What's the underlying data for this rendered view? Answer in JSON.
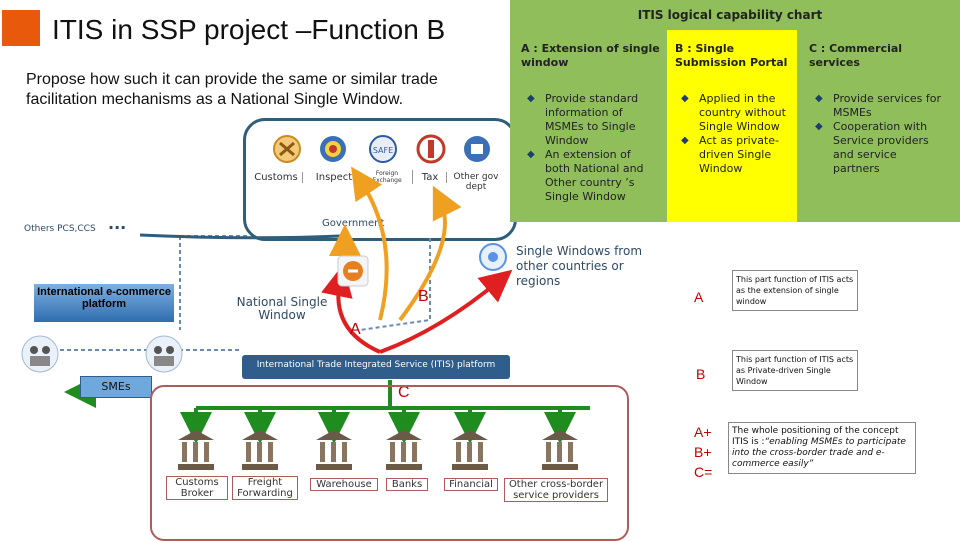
{
  "slide": {
    "title": "ITIS in SSP project –Function B",
    "subtitle": "Propose how such it can provide the same or similar trade facilitation mechanisms as a National Single Window."
  },
  "government_box": {
    "icons": [
      {
        "label": "Customs",
        "icon": "customs-emblem-icon",
        "color": "#e6a23c"
      },
      {
        "label": "Inspect",
        "icon": "inspection-emblem-icon",
        "color": "#3b6fb6"
      },
      {
        "label": "Foreign Exchange",
        "icon": "safe-logo-icon",
        "color": "#2e5aa8"
      },
      {
        "label": "Tax",
        "icon": "tax-emblem-icon",
        "color": "#c0392b"
      },
      {
        "label": "Other gov dept",
        "icon": "gov-dept-icon",
        "color": "#3b6fb6"
      }
    ],
    "caption": "Government"
  },
  "others_label": "Others PCS,CCS",
  "others_dots": "...",
  "chart": {
    "title": "ITIS logical capability chart",
    "columns": [
      {
        "header": "A : Extension of single window",
        "bullets": [
          "Provide standard information of MSMEs to Single Window",
          "An extension of both National and Other country ’s Single Window"
        ]
      },
      {
        "header": "B : Single Submission Portal",
        "bullets": [
          "Applied in the country without Single Window",
          "Act as private-driven Single Window"
        ]
      },
      {
        "header": "C : Commercial services",
        "bullets": [
          "Provide services for MSMEs",
          "Cooperation with Service providers and service partners"
        ]
      }
    ]
  },
  "diagram": {
    "international_platform": "International e-commerce platform",
    "national_single_window": "National Single Window",
    "single_windows_other": "Single Windows from other countries or regions",
    "itis_platform": "International Trade Integrated Service (ITIS) platform",
    "smes": "SMEs",
    "label_a": "A",
    "label_b": "B",
    "label_c": "C",
    "services": [
      "Customs Broker",
      "Freight Forwarding",
      "Warehouse",
      "Banks",
      "Financial",
      "Other cross-border service providers"
    ]
  },
  "notes": {
    "a_letter": "A",
    "a_text": "This part function of ITIS acts as the extension of single window",
    "b_letter": "B",
    "b_text": "This part function of ITIS acts as Private-driven Single Window",
    "sum_lines": [
      "A+",
      "B+",
      "C="
    ],
    "sum_text_prefix": "The whole positioning of the concept ITIS is :",
    "sum_text_quote": "“enabling MSMEs to participate into the cross-border trade and e-commerce easily”"
  },
  "colors": {
    "chart_green": "#8fbe5b",
    "chart_yellow": "#ffff00",
    "arrow_green": "#1e8c1e",
    "arrow_red": "#e02020",
    "arrow_orange": "#f0a020",
    "itis_blue": "#2f5d8c"
  }
}
